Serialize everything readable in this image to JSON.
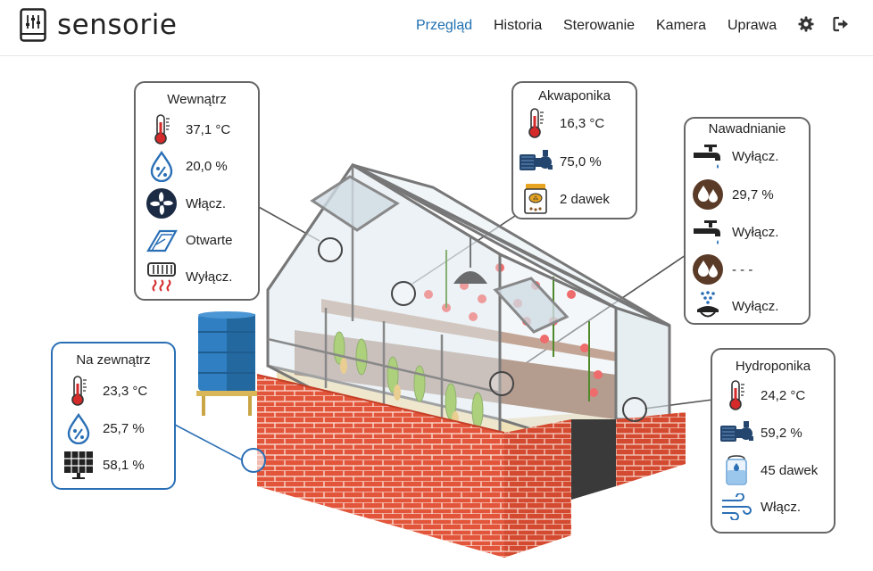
{
  "app": {
    "name": "sensorie"
  },
  "nav": {
    "items": [
      "Przegląd",
      "Historia",
      "Sterowanie",
      "Kamera",
      "Uprawa"
    ],
    "active": "Przegląd",
    "icons": [
      "gear-icon",
      "logout-icon"
    ]
  },
  "colors": {
    "accent": "#1f6fb0",
    "card_border_gray": "#666666",
    "card_border_blue": "#2a6fb5",
    "brick": "#e2553a"
  },
  "wewnatrz": {
    "title": "Wewnątrz",
    "rows": [
      {
        "icon": "thermometer-icon",
        "value": "37,1 °C"
      },
      {
        "icon": "humidity-drop-icon",
        "value": "20,0 %"
      },
      {
        "icon": "fan-icon",
        "value": "Włącz."
      },
      {
        "icon": "window-vent-icon",
        "value": "Otwarte"
      },
      {
        "icon": "heater-icon",
        "value": "Wyłącz."
      }
    ]
  },
  "akwaponika": {
    "title": "Akwaponika",
    "rows": [
      {
        "icon": "thermometer-icon",
        "value": "16,3 °C"
      },
      {
        "icon": "pump-icon",
        "value": "75,0 %"
      },
      {
        "icon": "fish-food-icon",
        "value": "2 dawek"
      }
    ]
  },
  "nawadnianie": {
    "title": "Nawadnianie",
    "rows": [
      {
        "icon": "faucet-icon",
        "value": "Wyłącz."
      },
      {
        "icon": "soil-moisture-icon",
        "value": "29,7 %"
      },
      {
        "icon": "faucet-icon",
        "value": "Wyłącz."
      },
      {
        "icon": "soil-moisture-icon",
        "value": "- - -"
      },
      {
        "icon": "sprinkler-icon",
        "value": "Wyłącz."
      }
    ]
  },
  "zewnatrz": {
    "title": "Na zewnątrz",
    "rows": [
      {
        "icon": "thermometer-icon",
        "value": "23,3 °C"
      },
      {
        "icon": "humidity-drop-icon",
        "value": "25,7 %"
      },
      {
        "icon": "solar-panel-icon",
        "value": "58,1 %"
      }
    ]
  },
  "hydroponika": {
    "title": "Hydroponika",
    "rows": [
      {
        "icon": "thermometer-icon",
        "value": "24,2 °C"
      },
      {
        "icon": "pump-icon",
        "value": "59,2 %"
      },
      {
        "icon": "nutrient-tank-icon",
        "value": "45 dawek"
      },
      {
        "icon": "air-flow-icon",
        "value": "Włącz."
      }
    ]
  }
}
